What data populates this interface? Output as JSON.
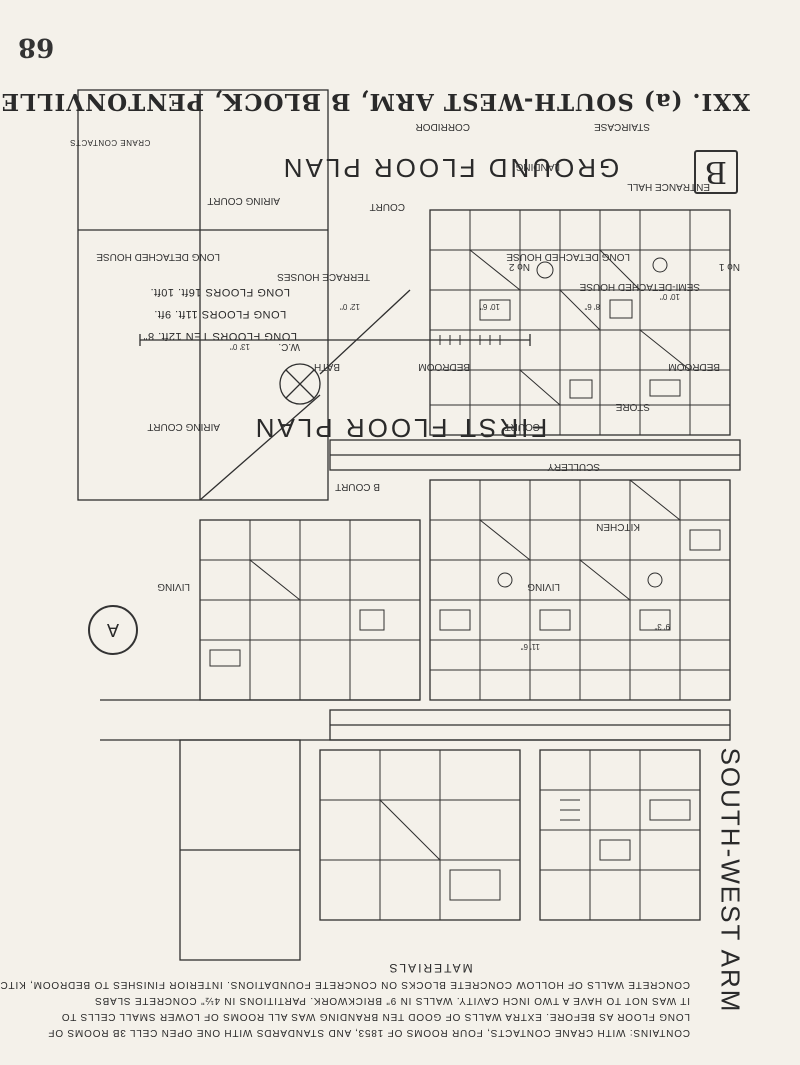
{
  "page_number": "68",
  "figure_title": "XXI. (a) SOUTH-WEST ARM, B BLOCK, PENTONVILLE.",
  "plans": {
    "ground": {
      "title": "GROUND FLOOR PLAN",
      "letter": "B"
    },
    "first": {
      "title": "FIRST FLOOR PLAN",
      "letter": "A"
    }
  },
  "corner_label": "SOUTH-WEST ARM",
  "gallery_levels": [
    "CRANE CONTACTS",
    "LONG FLOORS TEN 12ft. 8\"",
    "LONG FLOORS 11ft. 9ft.",
    "LONG FLOORS 16ft. 10ft."
  ],
  "labels": {
    "airing_court": "AIRING COURT",
    "court": "COURT",
    "ground_court": "B COURT",
    "no1": "No 1",
    "no2": "No 2",
    "semi_detached_house": "SEMI-DETACHED HOUSE",
    "long_detached_house": "LONG DETACHED HOUSE",
    "terrace_houses": "TERRACE HOUSES",
    "corridor": "CORRIDOR",
    "entrance_hall": "ENTRANCE HALL",
    "bedroom": "BEDROOM",
    "living": "LIVING",
    "scullery": "SCULLERY",
    "bath": "BATH",
    "wc": "W.C.",
    "store": "STORE",
    "kitchen": "KITCHEN",
    "landing": "LANDING",
    "staircase": "STAIRCASE"
  },
  "dimensions": [
    "10' 0\"",
    "8' 6\"",
    "10' 6\"",
    "12' 0\"",
    "9' 3\"",
    "11' 6\"",
    "13' 0\""
  ],
  "notes": [
    "CONTAINS: WITH CRANE CONTACTS, FOUR ROOMS OF 1853, AND STANDARDS WITH ONE OPEN CELL 3B ROOMS OF",
    "LONG FLOOR AS BEFORE. EXTRA WALLS OF GOOD TEN BRANDING WAS ALL ROOMS OF LOWER SMALL CELLS TO",
    "IT WAS NOT TO HAVE A TWO INCH CAVITY. WALLS IN 9\" BRICKWORK. PARTITIONS IN 4½\" CONCRETE SLABS",
    "CONCRETE WALLS OF HOLLOW CONCRETE BLOCKS ON CONCRETE FOUNDATIONS. INTERIOR FINISHES TO BEDROOM, KITCHEN",
    "MATERIALS"
  ]
}
